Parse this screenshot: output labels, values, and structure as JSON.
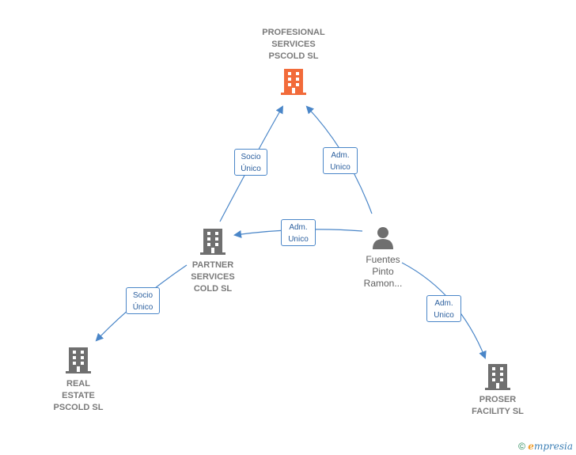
{
  "nodes": {
    "profesional": {
      "lines": [
        "PROFESIONAL",
        "SERVICES",
        "PSCOLD  SL"
      ],
      "color": "#f26b3a"
    },
    "partner": {
      "lines": [
        "PARTNER",
        "SERVICES",
        "COLD  SL"
      ],
      "color": "#6f6f6f"
    },
    "real_estate": {
      "lines": [
        "REAL",
        "ESTATE",
        "PSCOLD  SL"
      ],
      "color": "#6f6f6f"
    },
    "proser": {
      "lines": [
        "PROSER",
        "FACILITY SL"
      ],
      "color": "#6f6f6f"
    },
    "person": {
      "lines": [
        "Fuentes",
        "Pinto",
        "Ramon..."
      ],
      "color": "#6f6f6f"
    }
  },
  "edges": {
    "partner_to_profesional": [
      "Socio",
      "Único"
    ],
    "person_to_profesional": [
      "Adm.",
      "Unico"
    ],
    "person_to_partner": [
      "Adm.",
      "Unico"
    ],
    "partner_to_real_estate": [
      "Socio",
      "Único"
    ],
    "person_to_proser": [
      "Adm.",
      "Unico"
    ]
  },
  "footer": {
    "copyright": "©",
    "brand_initial": "e",
    "brand_rest": "mpresia"
  },
  "colors": {
    "edge": "#4a86c8",
    "accent_building": "#f26b3a",
    "building": "#6f6f6f"
  }
}
